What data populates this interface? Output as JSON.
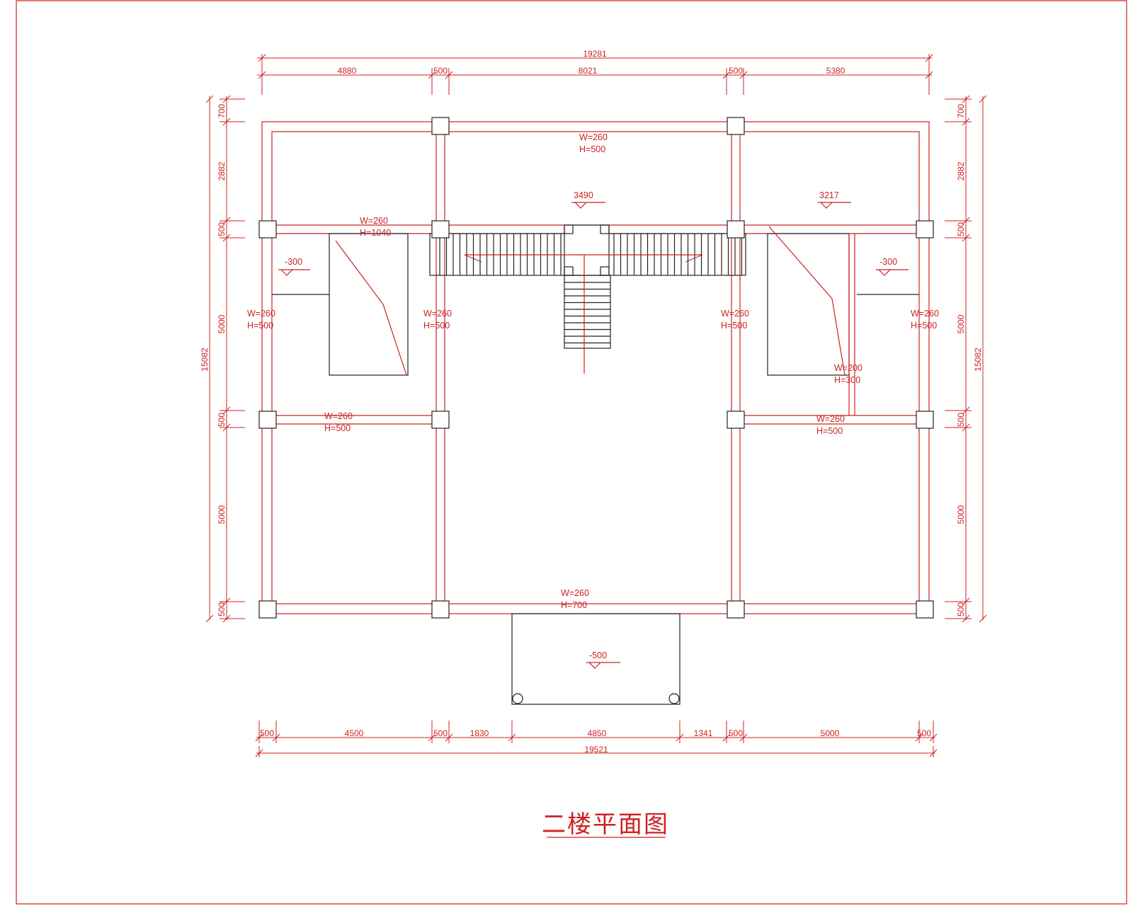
{
  "title": "二楼平面图",
  "colors": {
    "line": "#cc2222",
    "outline": "#222222",
    "background": "#ffffff"
  },
  "dimensions": {
    "top_total": "19281",
    "top": [
      "4880",
      "500",
      "8021",
      "500",
      "5380"
    ],
    "bottom_total": "19521",
    "bottom": [
      "500",
      "4500",
      "500",
      "1830",
      "4850",
      "1341",
      "500",
      "5000",
      "500"
    ],
    "left_total": "15082",
    "left": [
      "700",
      "2882",
      "500",
      "5000",
      "500",
      "5000",
      "500"
    ],
    "right_total": "15082",
    "right": [
      "700",
      "2882",
      "500",
      "5000",
      "500",
      "5000",
      "500"
    ]
  },
  "beams": {
    "top": [
      "W=260",
      "H=500"
    ],
    "mid_left": [
      "W=260",
      "H=1040"
    ],
    "wall_1": [
      "W=260",
      "H=500"
    ],
    "wall_2": [
      "W=260",
      "H=500"
    ],
    "wall_3": [
      "W=260",
      "H=500"
    ],
    "wall_4": [
      "W=260",
      "H=500"
    ],
    "stair_beam": [
      "W=200",
      "H=300"
    ],
    "lower_left": [
      "W=260",
      "H=500"
    ],
    "lower_right": [
      "W=260",
      "H=500"
    ],
    "bottom": [
      "W=260",
      "H=700"
    ]
  },
  "levels": {
    "stair_center": "3490",
    "stair_right": "3217",
    "left_room": "-300",
    "right_room": "-300",
    "porch": "-500"
  }
}
